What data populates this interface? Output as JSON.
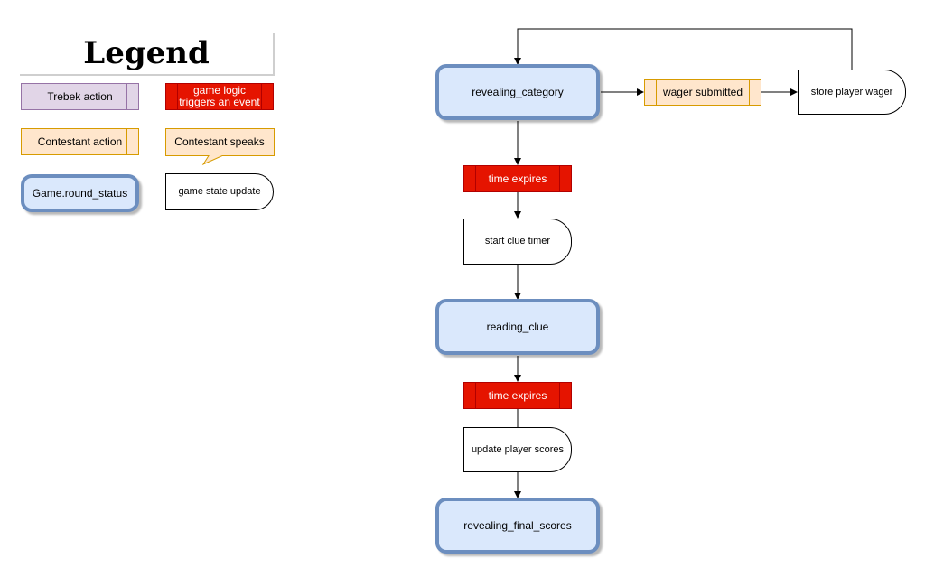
{
  "legend": {
    "title": "Legend",
    "trebek_action": "Trebek action",
    "game_logic_event": "game logic\ntriggers an event",
    "contestant_action": "Contestant action",
    "contestant_speaks": "Contestant speaks",
    "round_status": "Game.round_status",
    "state_update": "game state update"
  },
  "flow": {
    "revealing_category": "revealing_category",
    "wager_submitted": "wager submitted",
    "store_player_wager": "store player wager",
    "time_expires_1": "time expires",
    "start_clue_timer": "start clue timer",
    "reading_clue": "reading_clue",
    "time_expires_2": "time expires",
    "update_player_scores": "update player scores",
    "revealing_final_scores": "revealing_final_scores"
  },
  "colors": {
    "state_fill": "#dae8fc",
    "state_border": "#6c8ebf",
    "trebek_fill": "#e1d5e7",
    "contestant_fill": "#ffe6cc",
    "event_fill": "#e51400"
  }
}
